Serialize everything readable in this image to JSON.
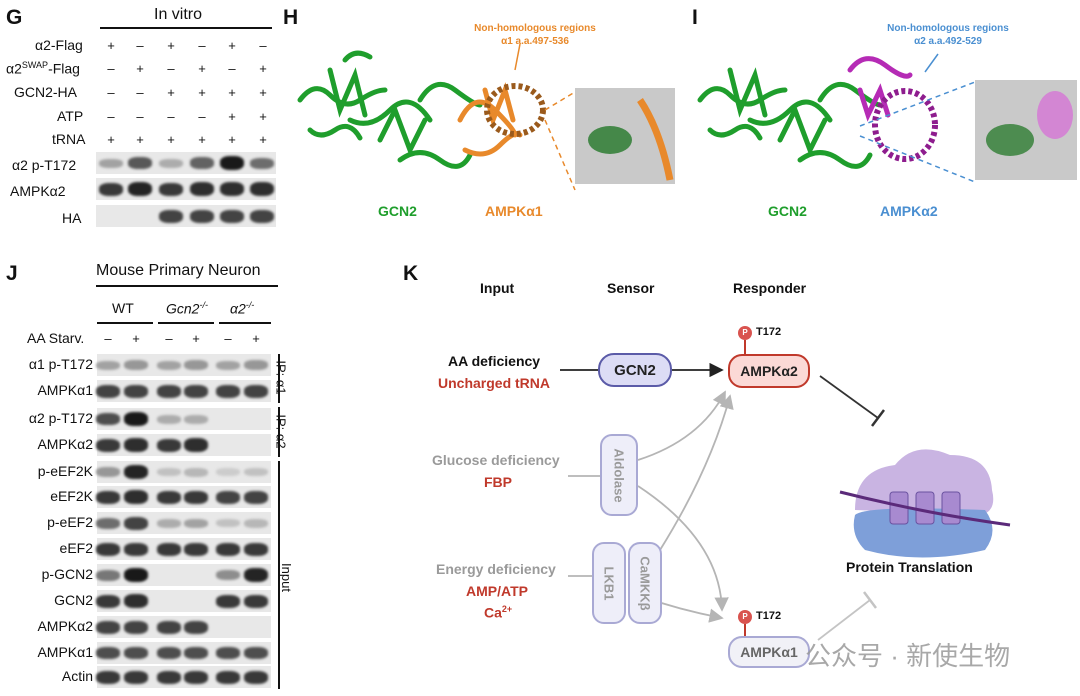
{
  "panels": {
    "G": "G",
    "H": "H",
    "I": "I",
    "J": "J",
    "K": "K"
  },
  "panel_g": {
    "title": "In vitro",
    "conditions": [
      {
        "label": "α2-Flag",
        "signs": [
          "+",
          "–",
          "+",
          "–",
          "+",
          "–"
        ]
      },
      {
        "label_main": "α2",
        "label_sup": "SWAP",
        "label_tail": "-Flag",
        "signs": [
          "–",
          "+",
          "–",
          "+",
          "–",
          "+"
        ]
      },
      {
        "label": "GCN2-HA",
        "signs": [
          "–",
          "–",
          "+",
          "+",
          "+",
          "+"
        ]
      },
      {
        "label": "ATP",
        "signs": [
          "–",
          "–",
          "–",
          "–",
          "+",
          "+"
        ]
      },
      {
        "label": "tRNA",
        "signs": [
          "+",
          "+",
          "+",
          "+",
          "+",
          "+"
        ]
      }
    ],
    "blots": [
      {
        "label": "α2 p-T172",
        "intensities": [
          0.35,
          0.7,
          0.3,
          0.65,
          1.0,
          0.6
        ]
      },
      {
        "label": "AMPKα2",
        "intensities": [
          0.85,
          0.95,
          0.85,
          0.9,
          0.9,
          0.9
        ]
      },
      {
        "label": "HA",
        "intensities": [
          0,
          0,
          0.8,
          0.8,
          0.8,
          0.8
        ]
      }
    ]
  },
  "panel_h": {
    "callout": "Non-homologous regions",
    "range": "α1 a.a.497-536",
    "left_name": "GCN2",
    "right_name": "AMPKα1",
    "colors": {
      "gcn2": "#1f9e2c",
      "partner": "#e8892b"
    }
  },
  "panel_i": {
    "callout": "Non-homologous regions",
    "range": "α2 a.a.492-529",
    "left_name": "GCN2",
    "right_name": "AMPKα2",
    "colors": {
      "gcn2": "#1f9e2c",
      "partner": "#b52bb5",
      "callout": "#4a8fd1"
    }
  },
  "panel_j": {
    "title": "Mouse Primary Neuron",
    "groups": [
      {
        "label": "WT",
        "italic": false
      },
      {
        "label_main": "Gcn2",
        "label_sup": "-/-",
        "italic": true
      },
      {
        "label_main": "α2",
        "label_sup": "-/-",
        "italic": true
      }
    ],
    "starv_label": "AA Starv.",
    "starv_signs": [
      "–",
      "+",
      "–",
      "+",
      "–",
      "+"
    ],
    "blots": [
      {
        "label": "α1 p-T172",
        "intensities": [
          0.35,
          0.4,
          0.35,
          0.4,
          0.35,
          0.4
        ]
      },
      {
        "label": "AMPKα1",
        "intensities": [
          0.8,
          0.8,
          0.8,
          0.8,
          0.8,
          0.8
        ]
      },
      {
        "label": "α2 p-T172",
        "intensities": [
          0.75,
          1.0,
          0.3,
          0.3,
          0,
          0
        ]
      },
      {
        "label": "AMPKα2",
        "intensities": [
          0.85,
          0.9,
          0.85,
          0.9,
          0,
          0
        ]
      },
      {
        "label": "p-eEF2K",
        "intensities": [
          0.4,
          0.95,
          0.2,
          0.25,
          0.15,
          0.2
        ]
      },
      {
        "label": "eEF2K",
        "intensities": [
          0.85,
          0.9,
          0.85,
          0.85,
          0.8,
          0.8
        ]
      },
      {
        "label": "p-eEF2",
        "intensities": [
          0.6,
          0.8,
          0.3,
          0.35,
          0.2,
          0.25
        ]
      },
      {
        "label": "eEF2",
        "intensities": [
          0.85,
          0.85,
          0.85,
          0.85,
          0.85,
          0.85
        ]
      },
      {
        "label": "p-GCN2",
        "intensities": [
          0.55,
          1.0,
          0,
          0,
          0.45,
          0.95
        ]
      },
      {
        "label": "GCN2",
        "intensities": [
          0.85,
          0.9,
          0,
          0,
          0.85,
          0.85
        ]
      },
      {
        "label": "AMPKα2",
        "intensities": [
          0.8,
          0.8,
          0.8,
          0.8,
          0,
          0
        ]
      },
      {
        "label": "AMPKα1",
        "intensities": [
          0.75,
          0.75,
          0.75,
          0.75,
          0.75,
          0.75
        ]
      },
      {
        "label": "Actin",
        "intensities": [
          0.85,
          0.85,
          0.85,
          0.85,
          0.85,
          0.85
        ]
      }
    ],
    "side_labels": {
      "ip1": "IP: α1",
      "ip2": "IP: α2",
      "input": "Input"
    }
  },
  "panel_k": {
    "headers": {
      "input": "Input",
      "sensor": "Sensor",
      "responder": "Responder"
    },
    "inputs": [
      {
        "title": "AA deficiency",
        "detail": "Uncharged tRNA"
      },
      {
        "title": "Glucose deficiency",
        "detail": "FBP"
      },
      {
        "title": "Energy deficiency",
        "detail": "AMP/ATP",
        "detail2_main": "Ca",
        "detail2_sup": "2+"
      }
    ],
    "sensors": {
      "gcn2": "GCN2",
      "aldolase": "Aldolase",
      "lkb1": "LKB1",
      "camkk": "CaMKKβ"
    },
    "responders": {
      "ampk2": "AMPKα2",
      "ampk1": "AMPKα1"
    },
    "phospho": {
      "symbol": "P",
      "site": "T172"
    },
    "output": "Protein Translation",
    "colors": {
      "red": "#c0392b",
      "grey": "#9a9a9a",
      "sensor_fill": "#dcdcf5",
      "sensor_border": "#5b5ba8"
    }
  },
  "watermark": "公众号 · 新使生物"
}
